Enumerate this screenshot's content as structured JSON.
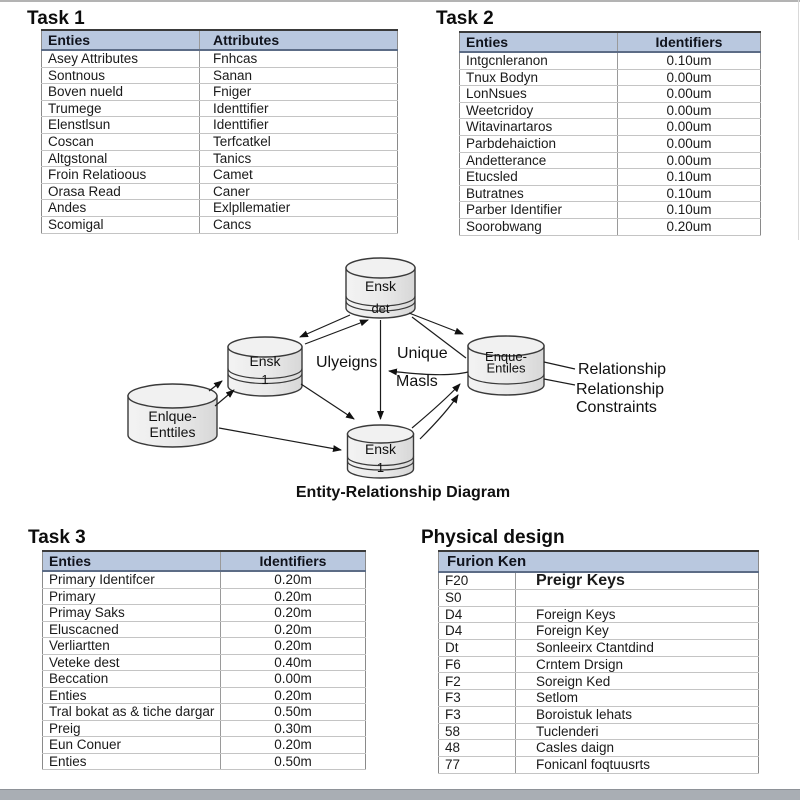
{
  "tables": {
    "task1": {
      "title": "Task 1",
      "headers": [
        "Enties",
        "Attributes"
      ],
      "rows": [
        [
          "Asey Attributes",
          "Fnhcas"
        ],
        [
          "Sontnous",
          "Sanan"
        ],
        [
          "Boven nueld",
          "Fniger"
        ],
        [
          "Trumege",
          "Identtifier"
        ],
        [
          "Elenstlsun",
          "Identtifier"
        ],
        [
          "Coscan",
          "Terfcatkel"
        ],
        [
          "Altgstonal",
          "Tanics"
        ],
        [
          "Froin Relatioous",
          "Camet"
        ],
        [
          "Orasa Read",
          "Caner"
        ],
        [
          "Andes",
          "Exlpllematier"
        ],
        [
          "Scomigal",
          "Cancs"
        ]
      ]
    },
    "task2": {
      "title": "Task 2",
      "headers": [
        "Enties",
        "Identifiers"
      ],
      "rows": [
        [
          "Intgcnleranon",
          "0.10um"
        ],
        [
          "Tnux Bodyn",
          "0.00um"
        ],
        [
          "LonNsues",
          "0.00um"
        ],
        [
          "Weetcridoy",
          "0.00um"
        ],
        [
          "Witavinartaros",
          "0.00um"
        ],
        [
          "Parbdehaiction",
          "0.00um"
        ],
        [
          "Andetterance",
          "0.00um"
        ],
        [
          "Etucsled",
          "0.10um"
        ],
        [
          "Butratnes",
          "0.10um"
        ],
        [
          "Parber Identifier",
          "0.10um"
        ],
        [
          "Soorobwang",
          "0.20um"
        ]
      ]
    },
    "task3": {
      "title": "Task 3",
      "headers": [
        "Enties",
        "Identifiers"
      ],
      "rows": [
        [
          "Primary Identifcer",
          "0.20m"
        ],
        [
          "Primary",
          "0.20m"
        ],
        [
          "Primay Saks",
          "0.20m"
        ],
        [
          "Eluscacned",
          "0.20m"
        ],
        [
          "Verliartten",
          "0.20m"
        ],
        [
          "Veteke dest",
          "0.40m"
        ],
        [
          "Beccation",
          "0.00m"
        ],
        [
          "Enties",
          "0.20m"
        ],
        [
          "Tral bokat as & tiche dargar",
          "0.50m"
        ],
        [
          "Preig",
          "0.30m"
        ],
        [
          "Eun Conuer",
          "0.20m"
        ],
        [
          "Enties",
          "0.50m"
        ]
      ]
    },
    "physical": {
      "title": "Physical design",
      "header": "Furion Ken",
      "rows": [
        [
          "F20",
          "Preigr Keys"
        ],
        [
          "S0",
          ""
        ],
        [
          "D4",
          "Foreign Keys"
        ],
        [
          "D4",
          "Foreign Key"
        ],
        [
          "Dt",
          "Sonleeirx Ctantdind"
        ],
        [
          "F6",
          "Crntem Drsign"
        ],
        [
          "F2",
          "Soreign Ked"
        ],
        [
          "F3",
          "Setlom"
        ],
        [
          "F3",
          "Boroistuk lehats"
        ],
        [
          "58",
          "Tuclenderi"
        ],
        [
          "48",
          "Casles daign"
        ],
        [
          "77",
          "Fonicanl foqtuusrts"
        ]
      ]
    }
  },
  "diagram": {
    "caption": "Entity-Relationship Diagram",
    "nodes": {
      "left": {
        "line1": "Enlque-",
        "line2": "Enttiles"
      },
      "middle": {
        "label": "Ensk",
        "sub": "1"
      },
      "top": {
        "label": "Ensk",
        "sub": "det"
      },
      "bottom": {
        "label": "Ensk",
        "sub": "1"
      },
      "right": {
        "line1": "Enque-",
        "line2": "Entiles"
      }
    },
    "edge_labels": {
      "l1": "Ulyeigns",
      "l2": "Unique",
      "l3": "Masls"
    },
    "side_labels": {
      "a": "Relationship",
      "b": "Relationship",
      "c": "Constraints"
    }
  },
  "colors": {
    "header_bg": "#b9c8df",
    "cylinder_fill": "#e9e9e9",
    "line": "#1c1c1c"
  }
}
